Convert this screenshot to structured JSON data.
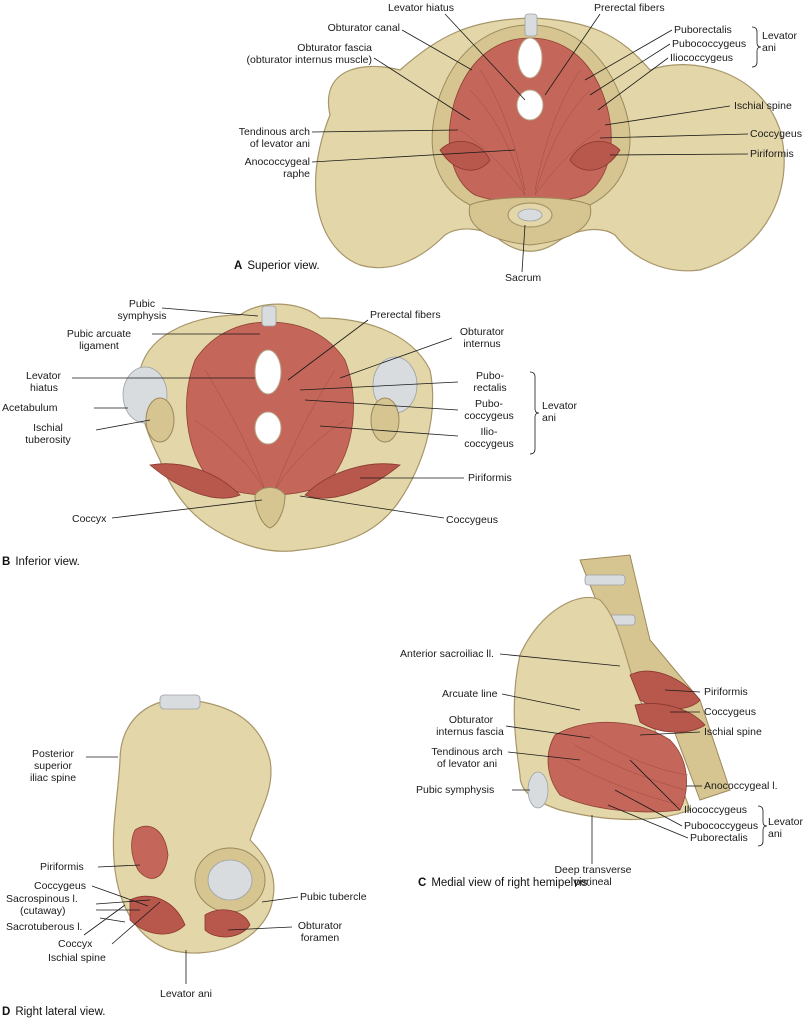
{
  "panels": {
    "a": {
      "caption_letter": "A",
      "caption_text": "Superior view.",
      "labels": {
        "levator_hiatus": "Levator hiatus",
        "prerectal_fibers": "Prerectal fibers",
        "obturator_canal": "Obturator canal",
        "obturator_fascia_1": "Obturator fascia",
        "obturator_fascia_2": "(obturator internus muscle)",
        "puborectalis": "Puborectalis",
        "pubococcygeus": "Pubococcygeus",
        "iliococcygeus": "Iliococcygeus",
        "levator_ani_1": "Levator",
        "levator_ani_2": "ani",
        "ischial_spine": "Ischial spine",
        "tendinous_arch_1": "Tendinous arch",
        "tendinous_arch_2": "of levator ani",
        "coccygeus": "Coccygeus",
        "anococcygeal_1": "Anococcygeal",
        "anococcygeal_2": "raphe",
        "piriformis": "Piriformis",
        "sacrum": "Sacrum"
      }
    },
    "b": {
      "caption_letter": "B",
      "caption_text": "Inferior view.",
      "labels": {
        "pubic_symphysis_1": "Pubic",
        "pubic_symphysis_2": "symphysis",
        "pubic_arcuate_1": "Pubic arcuate",
        "pubic_arcuate_2": "ligament",
        "prerectal_fibers": "Prerectal fibers",
        "obturator_internus_1": "Obturator",
        "obturator_internus_2": "internus",
        "levator_hiatus_1": "Levator",
        "levator_hiatus_2": "hiatus",
        "acetabulum": "Acetabulum",
        "ischial_tuberosity_1": "Ischial",
        "ischial_tuberosity_2": "tuberosity",
        "puborectalis_1": "Pubo-",
        "puborectalis_2": "rectalis",
        "pubococcygeus_1": "Pubo-",
        "pubococcygeus_2": "coccygeus",
        "iliococcygeus_1": "Ilio-",
        "iliococcygeus_2": "coccygeus",
        "levator_ani_1": "Levator",
        "levator_ani_2": "ani",
        "piriformis": "Piriformis",
        "coccyx": "Coccyx",
        "coccygeus": "Coccygeus"
      }
    },
    "c": {
      "caption_letter": "C",
      "caption_text": "Medial view of right hemipelvis.",
      "labels": {
        "anterior_sacroiliac": "Anterior sacroiliac ll.",
        "arcuate_line": "Arcuate line",
        "piriformis": "Piriformis",
        "obturator_internus_fascia_1": "Obturator",
        "obturator_internus_fascia_2": "internus fascia",
        "coccygeus": "Coccygeus",
        "ischial_spine": "Ischial spine",
        "tendinous_arch_1": "Tendinous arch",
        "tendinous_arch_2": "of levator ani",
        "pubic_symphysis": "Pubic symphysis",
        "anococcygeal": "Anococcygeal l.",
        "iliococcygeus": "Iliococcygeus",
        "pubococcygeus": "Pubococcygeus",
        "puborectalis": "Puborectalis",
        "levator_ani_1": "Levator",
        "levator_ani_2": "ani",
        "deep_transverse_1": "Deep transverse",
        "deep_transverse_2": "perineal"
      }
    },
    "d": {
      "caption_letter": "D",
      "caption_text": "Right lateral view.",
      "labels": {
        "posterior_superior_1": "Posterior",
        "posterior_superior_2": "superior",
        "posterior_superior_3": "iliac spine",
        "piriformis": "Piriformis",
        "coccygeus": "Coccygeus",
        "sacrospinous_1": "Sacrospinous l.",
        "sacrospinous_2": "(cutaway)",
        "sacrotuberous": "Sacrotuberous l.",
        "coccyx": "Coccyx",
        "ischial_spine": "Ischial spine",
        "pubic_tubercle": "Pubic tubercle",
        "obturator_foramen_1": "Obturator",
        "obturator_foramen_2": "foramen",
        "levator_ani": "Levator ani"
      }
    }
  }
}
